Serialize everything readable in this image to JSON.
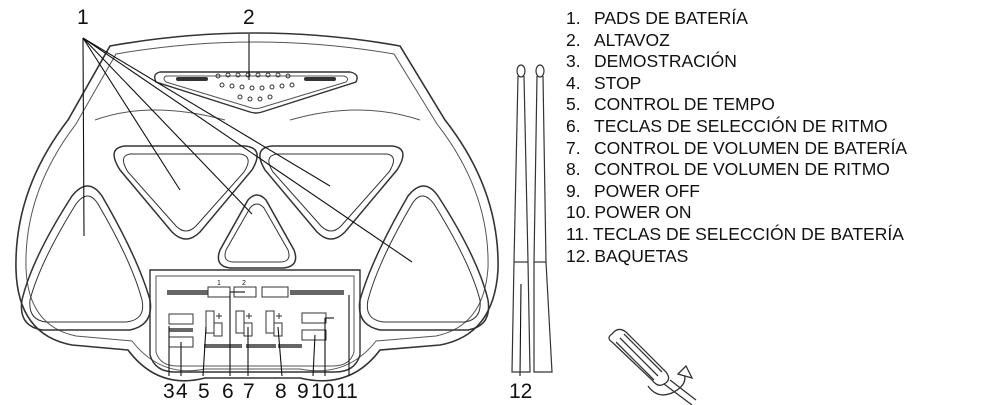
{
  "callouts": {
    "pads": "1",
    "speaker": "2",
    "bottom": [
      "3",
      "4",
      "5",
      "6",
      "7",
      "8",
      "9",
      "10",
      "11"
    ],
    "sticks": "12"
  },
  "panel_labels": {
    "pad_key_1": "1",
    "pad_key_2": "2"
  },
  "legend": [
    {
      "num": "1.",
      "text": "PADS DE BATERÍA"
    },
    {
      "num": "2.",
      "text": "ALTAVOZ"
    },
    {
      "num": "3.",
      "text": "DEMOSTRACIÓN"
    },
    {
      "num": "4.",
      "text": "STOP"
    },
    {
      "num": "5.",
      "text": "CONTROL DE TEMPO"
    },
    {
      "num": "6.",
      "text": "TECLAS DE SELECCIÓN DE RITMO"
    },
    {
      "num": "7.",
      "text": "CONTROL DE VOLUMEN DE BATERÍA"
    },
    {
      "num": "8.",
      "text": "CONTROL DE VOLUMEN DE RITMO"
    },
    {
      "num": "9.",
      "text": "POWER OFF"
    },
    {
      "num": "10.",
      "text": "POWER ON"
    },
    {
      "num": "11.",
      "text": "TECLAS DE SELECCIÓN DE BATERÍA"
    },
    {
      "num": "12.",
      "text": "BAQUETAS"
    }
  ],
  "colors": {
    "line": "#333333",
    "bar": "#666666"
  }
}
